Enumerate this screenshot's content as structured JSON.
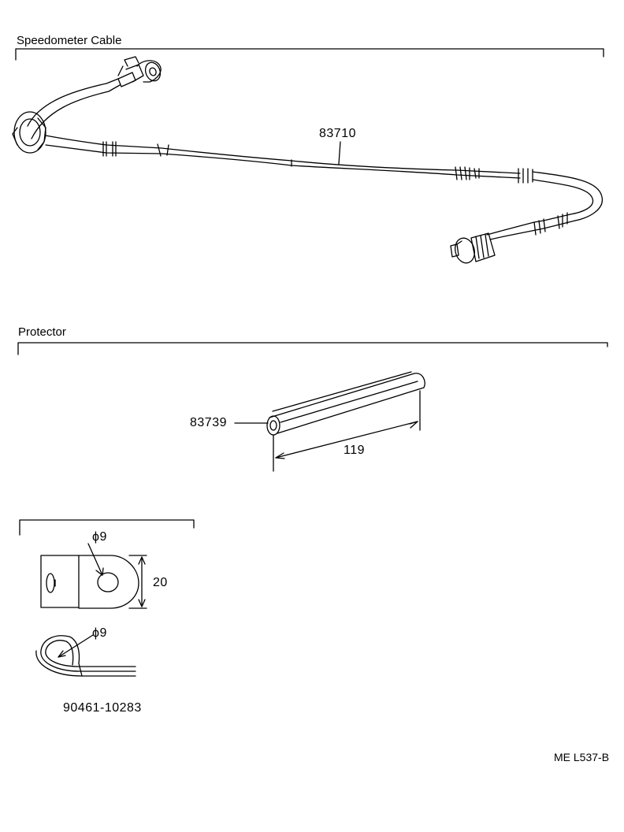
{
  "sections": {
    "speedometer_cable": {
      "title": "Speedometer Cable",
      "part_numbers": {
        "cable": "83710"
      }
    },
    "protector": {
      "title": "Protector",
      "part_numbers": {
        "protector": "83739"
      },
      "dimension": "119"
    },
    "clamp": {
      "part_number": "90461-10283",
      "hole_diameter_top": "ϕ9",
      "height_dim": "20",
      "hole_diameter_side": "ϕ9"
    }
  },
  "footer": {
    "code": "ME L537-B"
  }
}
